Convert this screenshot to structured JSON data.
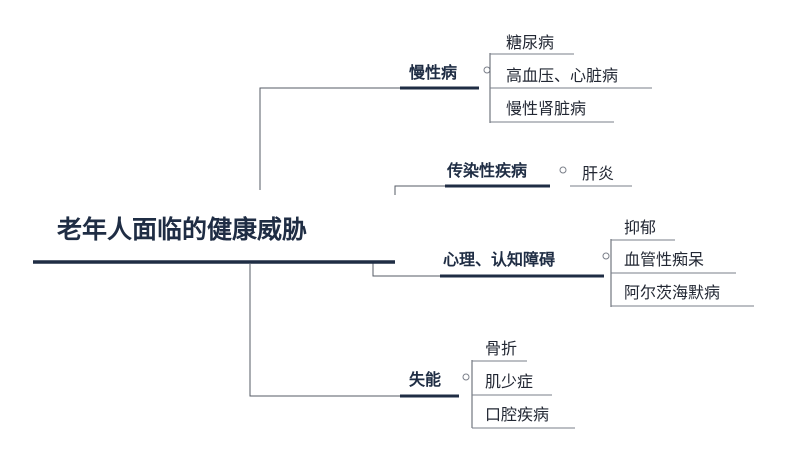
{
  "root": {
    "label": "老年人面临的健康威胁"
  },
  "branches": [
    {
      "label": "慢性病",
      "children": [
        "糖尿病",
        "高血压、心脏病",
        "慢性肾脏病"
      ]
    },
    {
      "label": "传染性疾病",
      "children": [
        "肝炎"
      ]
    },
    {
      "label": "心理、认知障碍",
      "children": [
        "抑郁",
        "血管性痴呆",
        "阿尔茨海默病"
      ]
    },
    {
      "label": "失能",
      "children": [
        "骨折",
        "肌少症",
        "口腔疾病"
      ]
    }
  ],
  "colors": {
    "primary": "#1f2d44",
    "connector": "#555b66",
    "leaf_text": "#222733"
  }
}
